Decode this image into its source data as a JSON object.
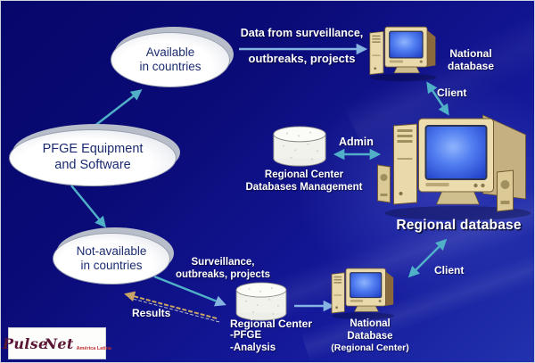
{
  "ellipses": {
    "available": {
      "line1": "Available",
      "line2": "in countries"
    },
    "pfge": {
      "line1": "PFGE Equipment",
      "line2": "and Software"
    },
    "not_available": {
      "line1": "Not-available",
      "line2": "in countries"
    }
  },
  "flow_top": {
    "data_line1": "Data from surveillance,",
    "data_line2": "outbreaks, projects",
    "national_db_line1": "National",
    "national_db_line2": "database",
    "client": "Client"
  },
  "flow_middle": {
    "admin": "Admin",
    "mgmt_line1": "Regional Center",
    "mgmt_line2": "Databases Management",
    "regional_database": "Regional database"
  },
  "flow_bottom": {
    "surv_line1": "Surveillance,",
    "surv_line2": "outbreaks, projects",
    "results": "Results",
    "rc_title": "Regional Center",
    "rc_item1": "-PFGE",
    "rc_item2": "-Analysis",
    "ndb_line1": "National",
    "ndb_line2": "Database",
    "ndb_line3": "(Regional Center)",
    "client": "Client"
  },
  "logo": {
    "word1": "Pulse",
    "word2": "Net",
    "subtitle": "América Latina"
  },
  "icons": {
    "computer": "desktop-computer-icon",
    "database": "database-cylinder-icon",
    "lightning": "lightning-bolt-icon"
  },
  "colors": {
    "arrow_teal": "#4FB0C8",
    "arrow_blue": "#85B4E2",
    "results_arrow": "#C8A566",
    "ellipse_text": "#1B2B70",
    "screen_blue": "#3A64E8",
    "logo_maroon": "#5A1535",
    "logo_magenta": "#C82898",
    "bg_dark": "#06066A",
    "bg_light": "#2232AE"
  }
}
